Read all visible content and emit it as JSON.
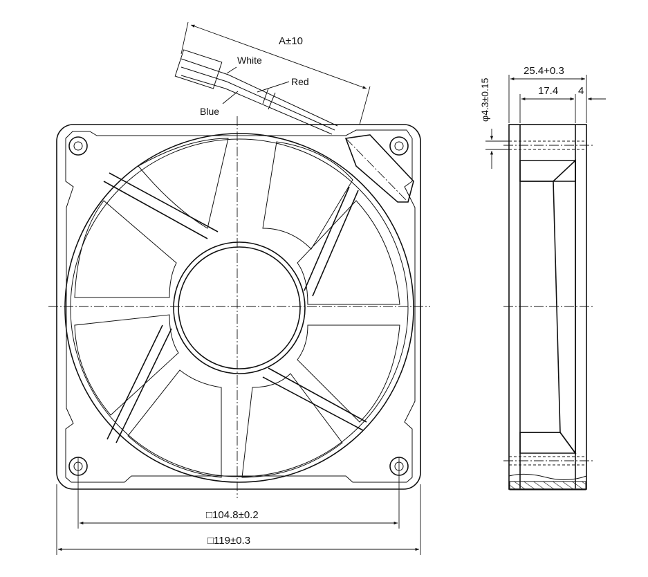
{
  "labels": {
    "cable_length": "A±10",
    "wire_white": "White",
    "wire_red": "Red",
    "wire_blue": "Blue",
    "hole_pitch": "□104.8±0.2",
    "frame_size": "□119±0.3",
    "overall_depth": "25.4+0.3",
    "body_depth": "17.4",
    "flange": "4",
    "hole_diameter": "φ4.3±0.15"
  }
}
